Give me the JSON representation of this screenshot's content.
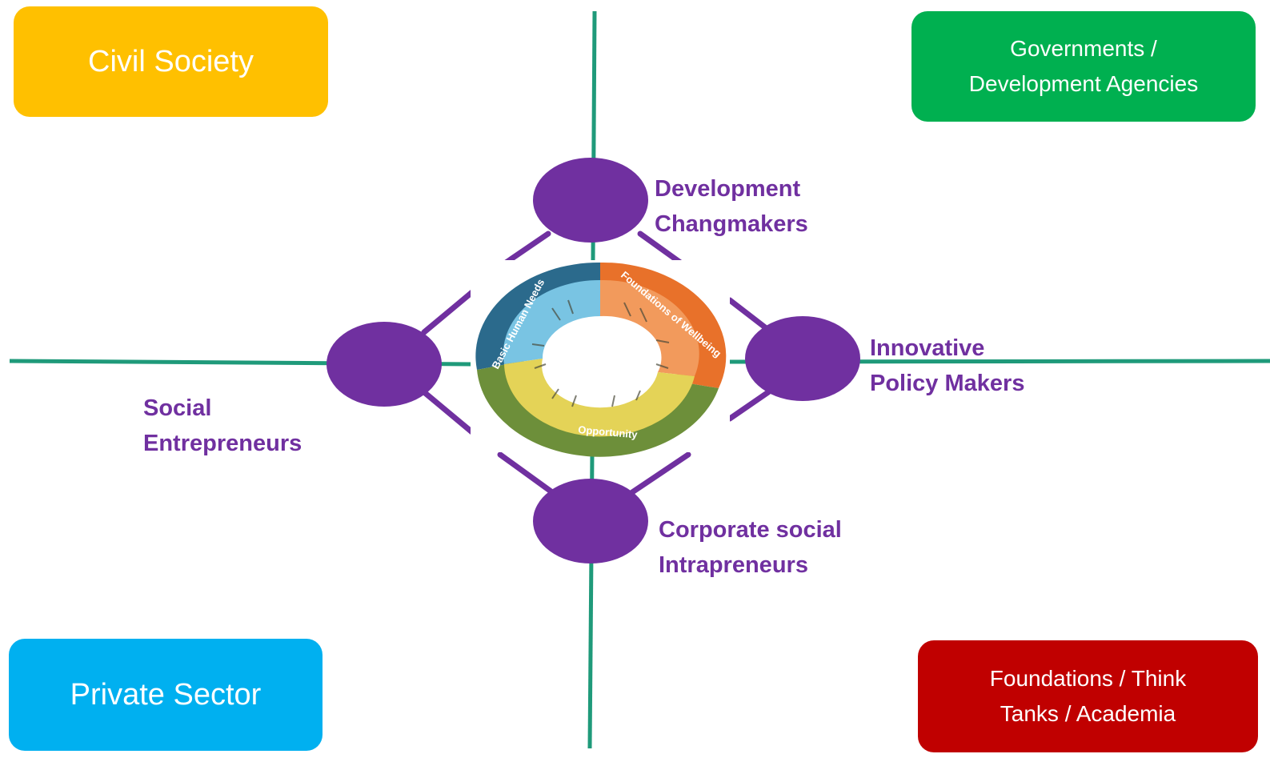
{
  "sectors": {
    "civil_society": {
      "label": "Civil Society",
      "color": "#ffc000"
    },
    "governments": {
      "line1": "Governments /",
      "line2": "Development Agencies",
      "color": "#00b050"
    },
    "private_sector": {
      "label": "Private Sector",
      "color": "#00b0f0"
    },
    "foundations": {
      "line1": "Foundations / Think",
      "line2": "Tanks / Academia",
      "color": "#c00000"
    }
  },
  "actors": {
    "development_changemakers": {
      "line1": "Development",
      "line2": "Changmakers"
    },
    "innovative_policy_makers": {
      "line1": "Innovative",
      "line2": "Policy Makers"
    },
    "social_entrepreneurs": {
      "line1": "Social",
      "line2": "Entrepreneurs"
    },
    "corporate_intrapreneurs": {
      "line1": "Corporate social",
      "line2": "Intrapreneurs"
    }
  },
  "wheel": {
    "segments": {
      "basic_human_needs": "Basic Human Needs",
      "foundations_of_wellbeing": "Foundations of Wellbeing",
      "opportunity": "Opportunity"
    }
  },
  "colors": {
    "axis_line": "#1f9a7a",
    "node": "#7030a0",
    "label_text": "#7030a0",
    "wheel_blue": "#2b6a8c",
    "wheel_orange": "#e8712a",
    "wheel_green": "#6d8f3a"
  }
}
